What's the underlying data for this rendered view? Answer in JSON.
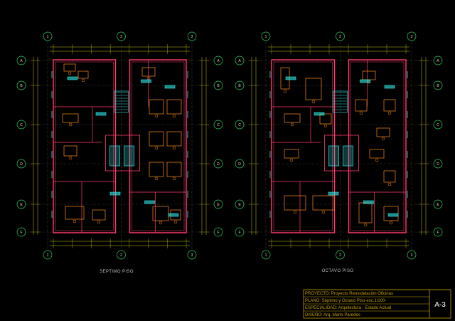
{
  "plans": [
    {
      "caption": "SEPTIMO PISO"
    },
    {
      "caption": "OCTAVO PISO"
    }
  ],
  "grid": {
    "columns": [
      "1",
      "2",
      "3"
    ],
    "rows": [
      "A",
      "B",
      "C",
      "D",
      "E",
      "F"
    ]
  },
  "title_block": {
    "proyecto": "PROYECTO: Proyecto Remodelación Oficinas",
    "plano": "PLANO: Séptimo y Octavo Piso-esc.1/100-",
    "especialidad": "ESPECIALIDAD: Arquitectura - Estado Actual",
    "diseno": "DISEÑO: Arq. Marlo Paredes",
    "sheet": "A-3"
  },
  "colors": {
    "background": "#000000",
    "walls": "#ff3b6b",
    "furniture": "#ff8c1a",
    "fixtures": "#2fe6e6",
    "dimensions": "#c9c900",
    "grid_bubbles": "#2fd05a",
    "title_border": "#c9a000"
  }
}
